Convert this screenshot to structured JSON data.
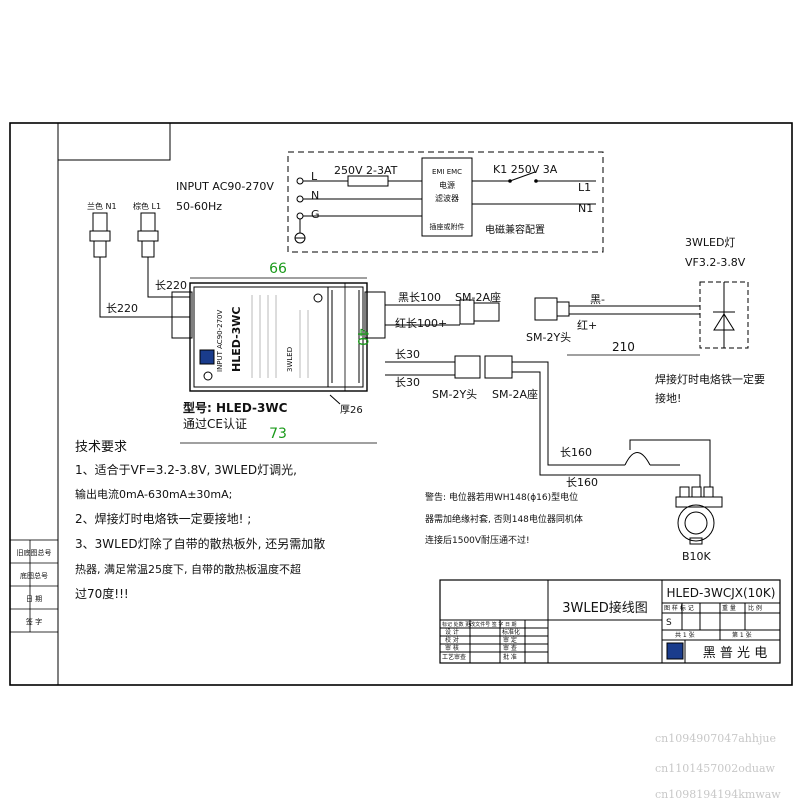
{
  "input": {
    "l1": "INPUT AC90-270V",
    "l2": "50-60Hz"
  },
  "filter": {
    "fuse": "250V 2-3AT",
    "emi1": "EMI EMC",
    "emi2": "电源",
    "emi3": "滤波器",
    "socket": "插座或附件",
    "k1": "K1 250V 3A",
    "cfg": "电磁兼容配置",
    "L": "L",
    "N": "N",
    "G": "G",
    "L1": "L1",
    "N1": "N1"
  },
  "wires": {
    "n1": "兰色 N1",
    "l1": "棕色 L1",
    "len220a": "长220",
    "len220b": "长220",
    "black100": "黑长100",
    "red100": "红长100+",
    "len30a": "长30",
    "len30b": "长30",
    "sm2a1": "SM-2A座",
    "sm2y1": "SM-2Y头",
    "sm2y2": "SM-2Y头",
    "sm2a2": "SM-2A座",
    "len160a": "长160",
    "len160b": "长160"
  },
  "led": {
    "title": "3WLED灯",
    "vf": "VF3.2-3.8V",
    "black": "黑-",
    "red": "红+",
    "dist": "210",
    "note1": "焊接灯时电烙铁一定要",
    "note2": "接地!"
  },
  "driver": {
    "w": "66",
    "h": "40",
    "l": "73",
    "thick": "厚26",
    "model": "型号: HLED-3WC",
    "ce": "通过CE认证",
    "brand": "HLED-3WC",
    "input": "INPUT AC90-270V",
    "output": "3WLED"
  },
  "warning": {
    "l1": "警告: 电位器若用WH148(ϕ16)型电位",
    "l2": "器需加绝缘衬套, 否则148电位器同机体",
    "l3": "连接后1500V耐压通不过!"
  },
  "pot": {
    "label": "B10K"
  },
  "tech": {
    "title": "技术要求",
    "l1": "1、适合于VF=3.2-3.8V, 3WLED灯调光,",
    "l2": "输出电流0mA-630mA±30mA;",
    "l3": "2、焊接灯时电烙铁一定要接地! ;",
    "l4": "3、3WLED灯除了自带的散热板外, 还另需加散",
    "l5": "热器, 满足常温25度下, 自带的散热板温度不超",
    "l6": "过70度!!!"
  },
  "side": {
    "a": "旧底图总号",
    "b": "底图总号",
    "c": "日 期",
    "d": "签 字"
  },
  "titleblock": {
    "drawing": "3WLED接线图",
    "code": "HLED-3WCJX(10K)",
    "stage": "图 样 标 记",
    "weight": "重 量",
    "ratio": "比 例",
    "s": "S",
    "sheets": "共 1 张",
    "sheet": "第 1 张",
    "company": "黑 普 光 电",
    "r1": "标记 处数 更改文件号 签 字 日 期",
    "r2": "设 计",
    "r3": "校 对",
    "r4": "审 核",
    "r5": "工艺审查",
    "std": "标准化",
    "app1": "审 定",
    "app2": "审 查",
    "app3": "批 准"
  },
  "watermarks": [
    "cn1094907047ahhjue",
    "cn1101457002oduaw",
    "cn1098194194kmwaw"
  ]
}
